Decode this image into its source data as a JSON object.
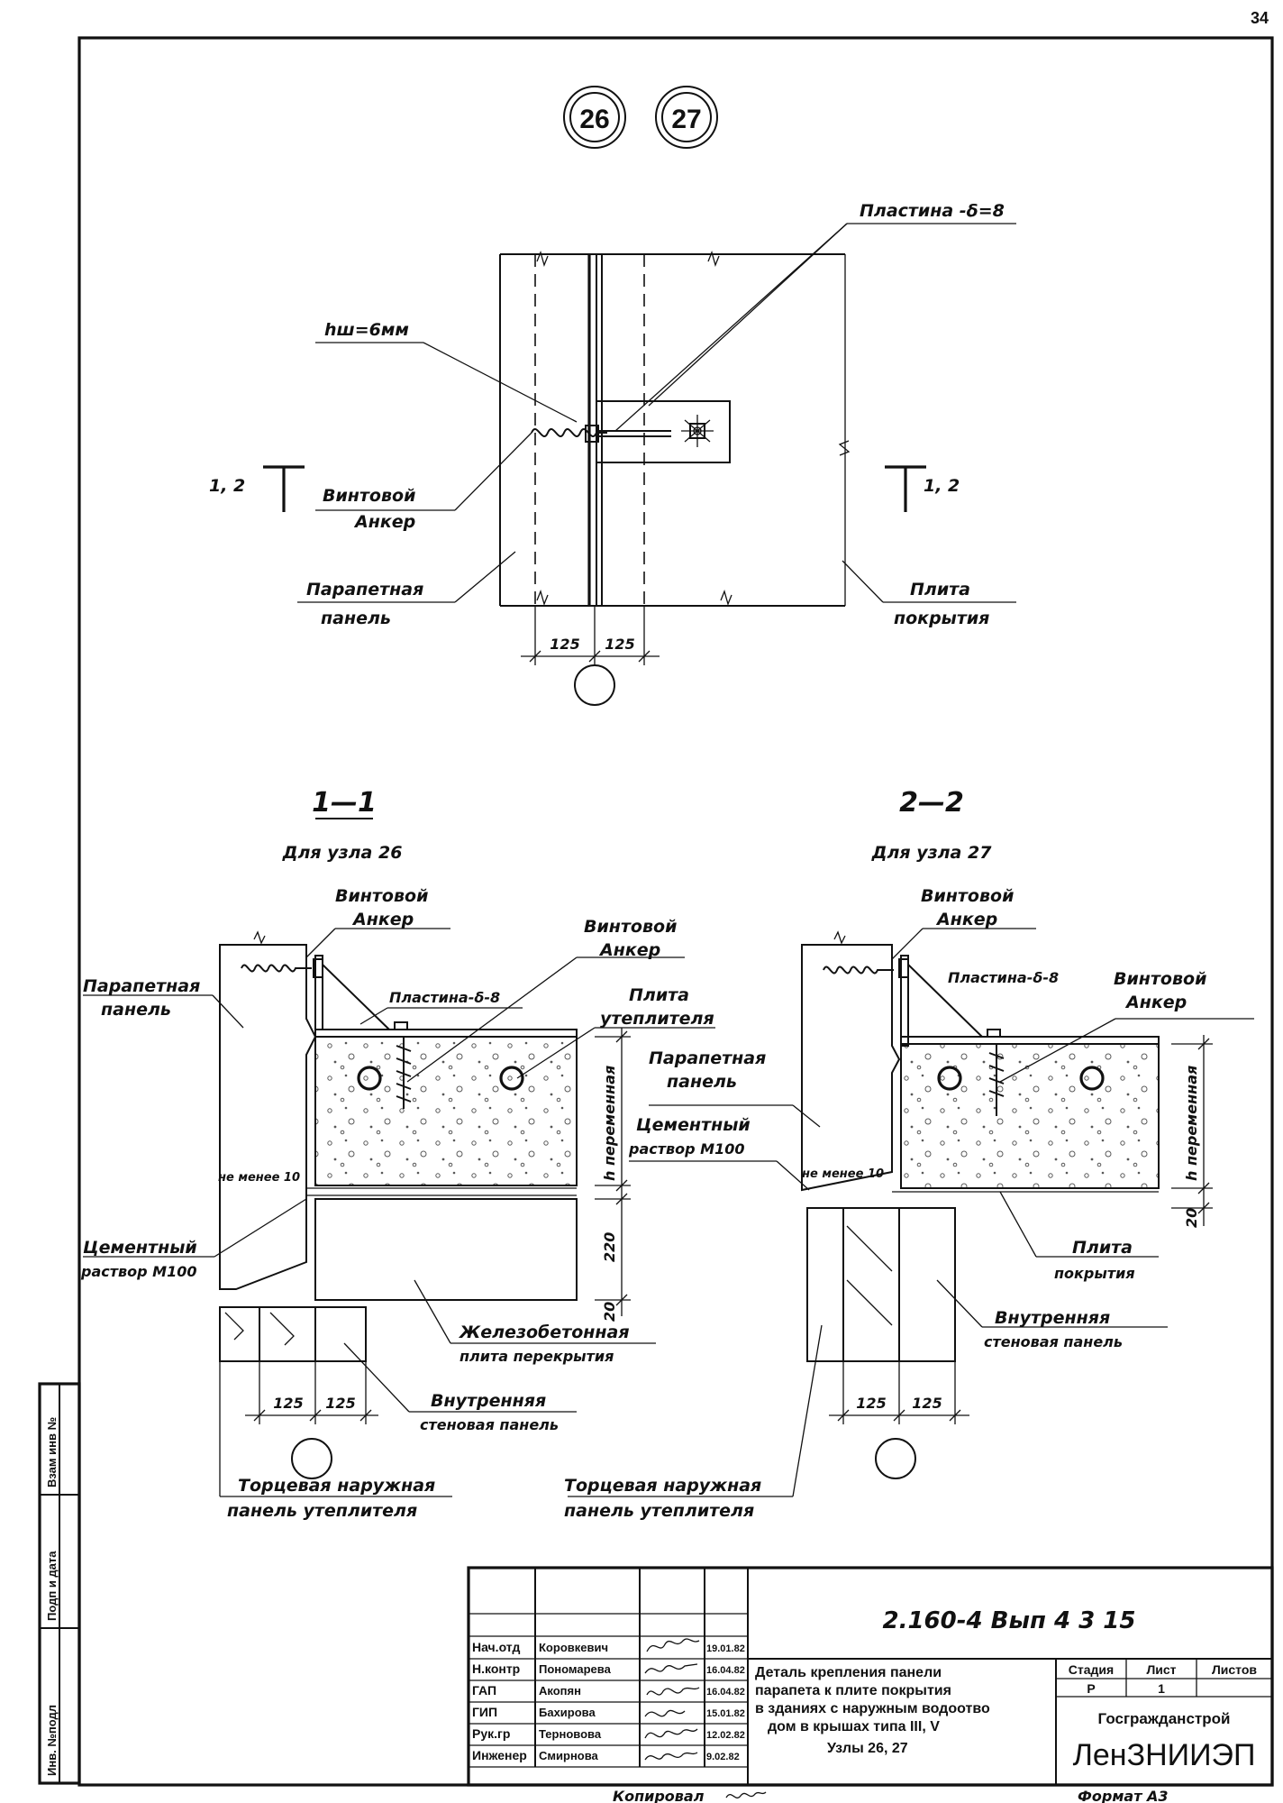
{
  "sheet_number": "34",
  "nodes": {
    "node_a": "26",
    "node_b": "27"
  },
  "plan_view": {
    "plate_label": "Пластина -δ=8",
    "weld_label": "hш=6мм",
    "section_mark_left": "1, 2",
    "section_mark_right": "1, 2",
    "anchor_label_line1": "Винтовой",
    "anchor_label_line2": "Анкер",
    "parapet_label_line1": "Парапетная",
    "parapet_label_line2": "панель",
    "slab_label_line1": "Плита",
    "slab_label_line2": "покрытия",
    "dim_left": "125",
    "dim_right": "125"
  },
  "section_1": {
    "title": "1—1",
    "subtitle": "Для узла 26",
    "anchor_top_line1": "Винтовой",
    "anchor_top_line2": "Анкер",
    "anchor_right_line1": "Винтовой",
    "anchor_right_line2": "Анкер",
    "parapet_line1": "Парапетная",
    "parapet_line2": "панель",
    "plate": "Пластина-δ-8",
    "insulation_line1": "Плита",
    "insulation_line2": "утеплителя",
    "min_label": "не менее 10",
    "h_variable": "h переменная",
    "dim_220": "220",
    "dim_20": "20",
    "mortar_line1": "Цементный",
    "mortar_line2": "раствор М100",
    "floor_slab_line1": "Железобетонная",
    "floor_slab_line2": "плита перекрытия",
    "inner_wall_line1": "Внутренняя",
    "inner_wall_line2": "стеновая панель",
    "end_panel_line1": "Торцевая наружная",
    "end_panel_line2": "панель утеплителя",
    "dim_left": "125",
    "dim_right": "125"
  },
  "section_2": {
    "title": "2—2",
    "subtitle": "Для узла 27",
    "anchor_top_line1": "Винтовой",
    "anchor_top_line2": "Анкер",
    "anchor_right_line1": "Винтовой",
    "anchor_right_line2": "Анкер",
    "plate": "Пластина-δ-8",
    "parapet_line1": "Парапетная",
    "parapet_line2": "панель",
    "mortar_line1": "Цементный",
    "mortar_line2": "раствор М100",
    "min_label": "не менее 10",
    "h_variable": "h переменная",
    "dim_20": "20",
    "slab_line1": "Плита",
    "slab_line2": "покрытия",
    "inner_wall_line1": "Внутренняя",
    "inner_wall_line2": "стеновая панель",
    "end_panel_line1": "Торцевая наружная",
    "end_panel_line2": "панель утеплителя",
    "dim_left": "125",
    "dim_right": "125"
  },
  "left_stamp": {
    "inv_podl": "Инв. №подл",
    "podp_data": "Подп и дата",
    "vzam_inv": "Взам инв №"
  },
  "title_block": {
    "designation": "2.160-4  Вып  4  3  15",
    "rows": [
      {
        "role": "Нач.отд",
        "name": "Коровкевич",
        "date": "19.01.82"
      },
      {
        "role": "Н.контр",
        "name": "Пономарева",
        "date": "16.04.82"
      },
      {
        "role": "ГАП",
        "name": "Акопян",
        "date": "16.04.82"
      },
      {
        "role": "ГИП",
        "name": "Бахирова",
        "date": "15.01.82"
      },
      {
        "role": "Рук.гр",
        "name": "Терновова",
        "date": "12.02.82"
      },
      {
        "role": "Инженер",
        "name": "Смирнова",
        "date": "9.02.82"
      }
    ],
    "title_line1": "Деталь крепления панели",
    "title_line2": "парапета к плите покрытия",
    "title_line3": "в зданиях с наружным водоотво",
    "title_line4": "дом в крышах типа III, V",
    "title_line5": "Узлы 26, 27",
    "stage_header": "Стадия",
    "sheet_header": "Лист",
    "sheets_header": "Листов",
    "stage_value": "Р",
    "sheet_value": "1",
    "sheets_value": "",
    "organization_line1": "Госгражданстрой",
    "organization_line2": "ЛенЗНИИЭП"
  },
  "footer": {
    "copied_label": "Копировал",
    "format_label": "Формат А3"
  }
}
